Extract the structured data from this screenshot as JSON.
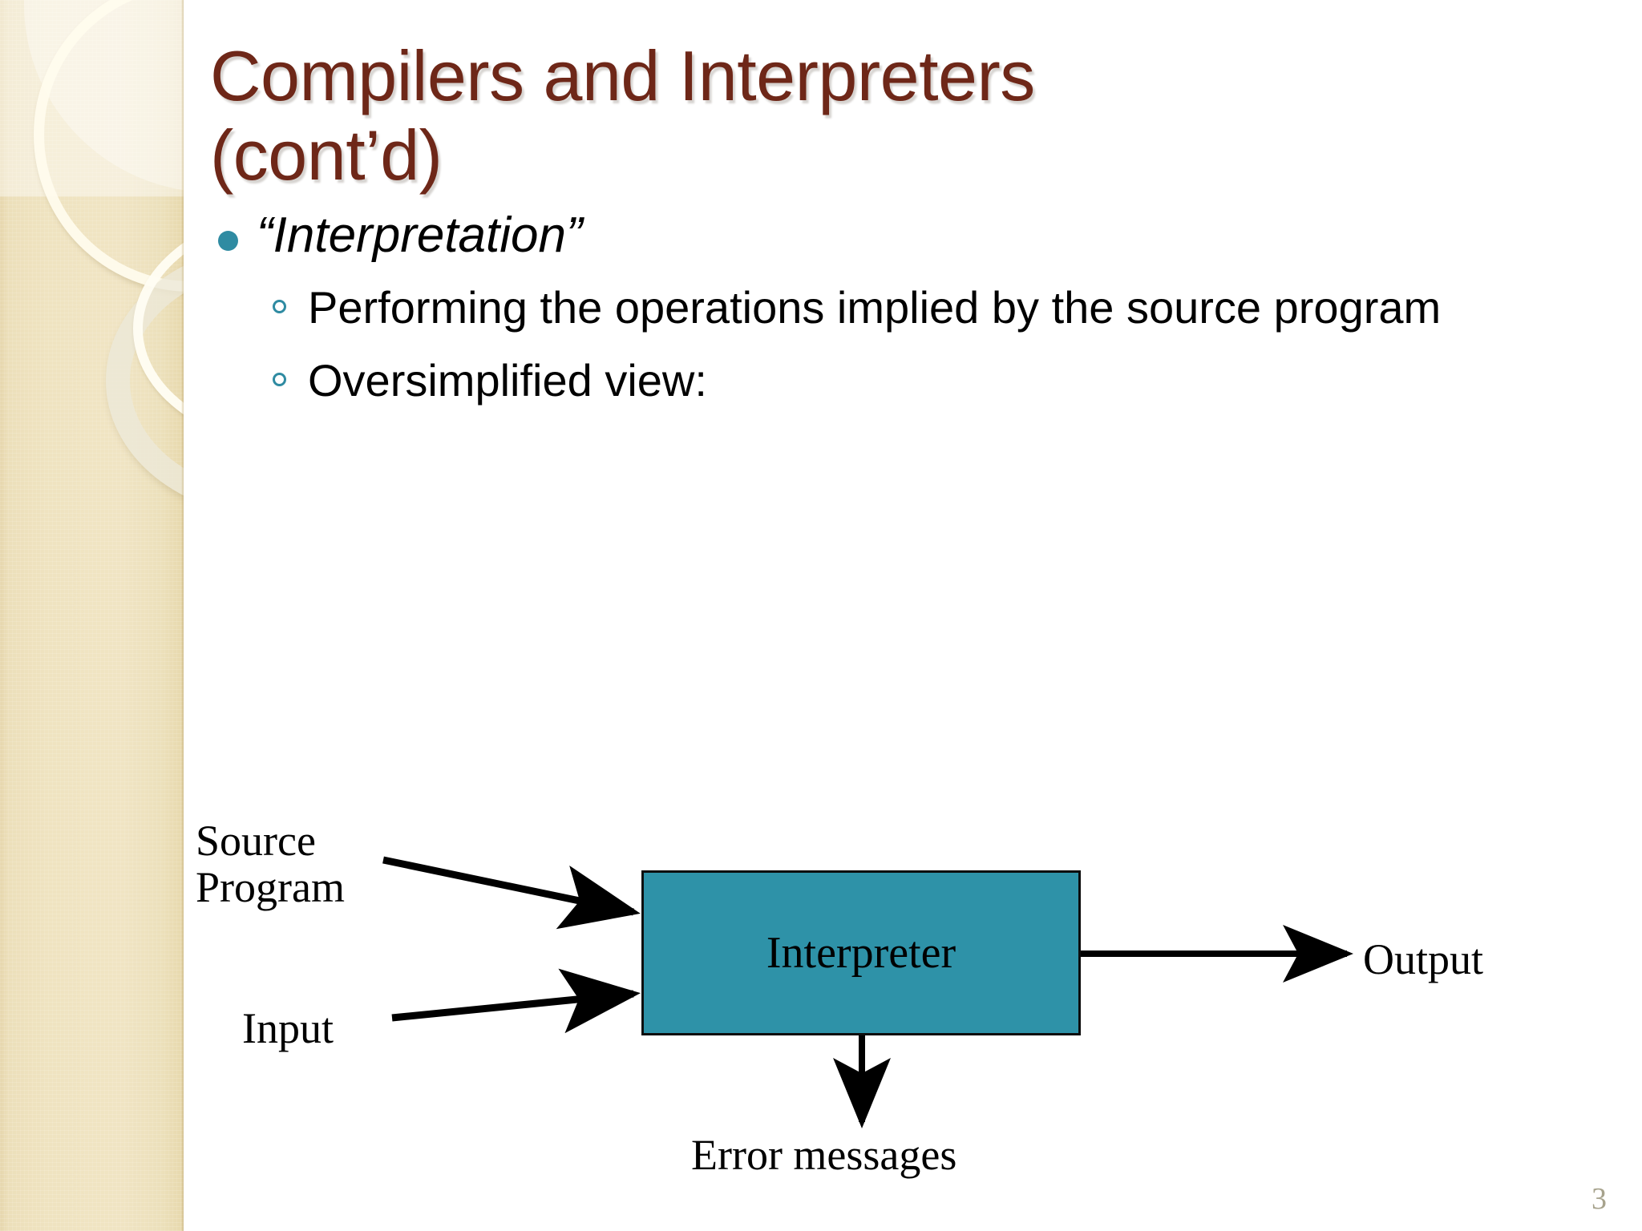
{
  "slide": {
    "title_line1": "Compilers and Interpreters",
    "title_line2": "(cont’d)",
    "title_color": "#6e2718",
    "page_number": "3",
    "background_color": "#ffffff"
  },
  "sidebar": {
    "base_color": "#efe3c0",
    "ring_color": "#fffcee",
    "decoration": "concentric-rings"
  },
  "bullets": {
    "level1": {
      "text": "“Interpretation”",
      "bullet_color": "#2f8ba2",
      "bullet_icon": "filled-dot-bullet"
    },
    "level2": [
      {
        "text": "Performing the operations implied by the source program",
        "bullet_icon": "hollow-circle-bullet",
        "bullet_color": "#2f8ba2"
      },
      {
        "text": "Oversimplified view:",
        "bullet_icon": "hollow-circle-bullet",
        "bullet_color": "#2f8ba2"
      }
    ]
  },
  "diagram": {
    "type": "flow",
    "box": {
      "label": "Interpreter",
      "fill": "#2e92a8",
      "border": "#0d0d0d"
    },
    "labels": {
      "source_program": "Source\nProgram",
      "input": "Input",
      "output": "Output",
      "error_messages": "Error messages"
    },
    "arrows": [
      {
        "name": "source-program-to-interpreter",
        "from": "Source Program",
        "to": "Interpreter",
        "direction": "right-down"
      },
      {
        "name": "input-to-interpreter",
        "from": "Input",
        "to": "Interpreter",
        "direction": "right-up"
      },
      {
        "name": "interpreter-to-output",
        "from": "Interpreter",
        "to": "Output",
        "direction": "right"
      },
      {
        "name": "interpreter-to-error-messages",
        "from": "Interpreter",
        "to": "Error messages",
        "direction": "down"
      }
    ],
    "stroke_color": "#000000"
  }
}
